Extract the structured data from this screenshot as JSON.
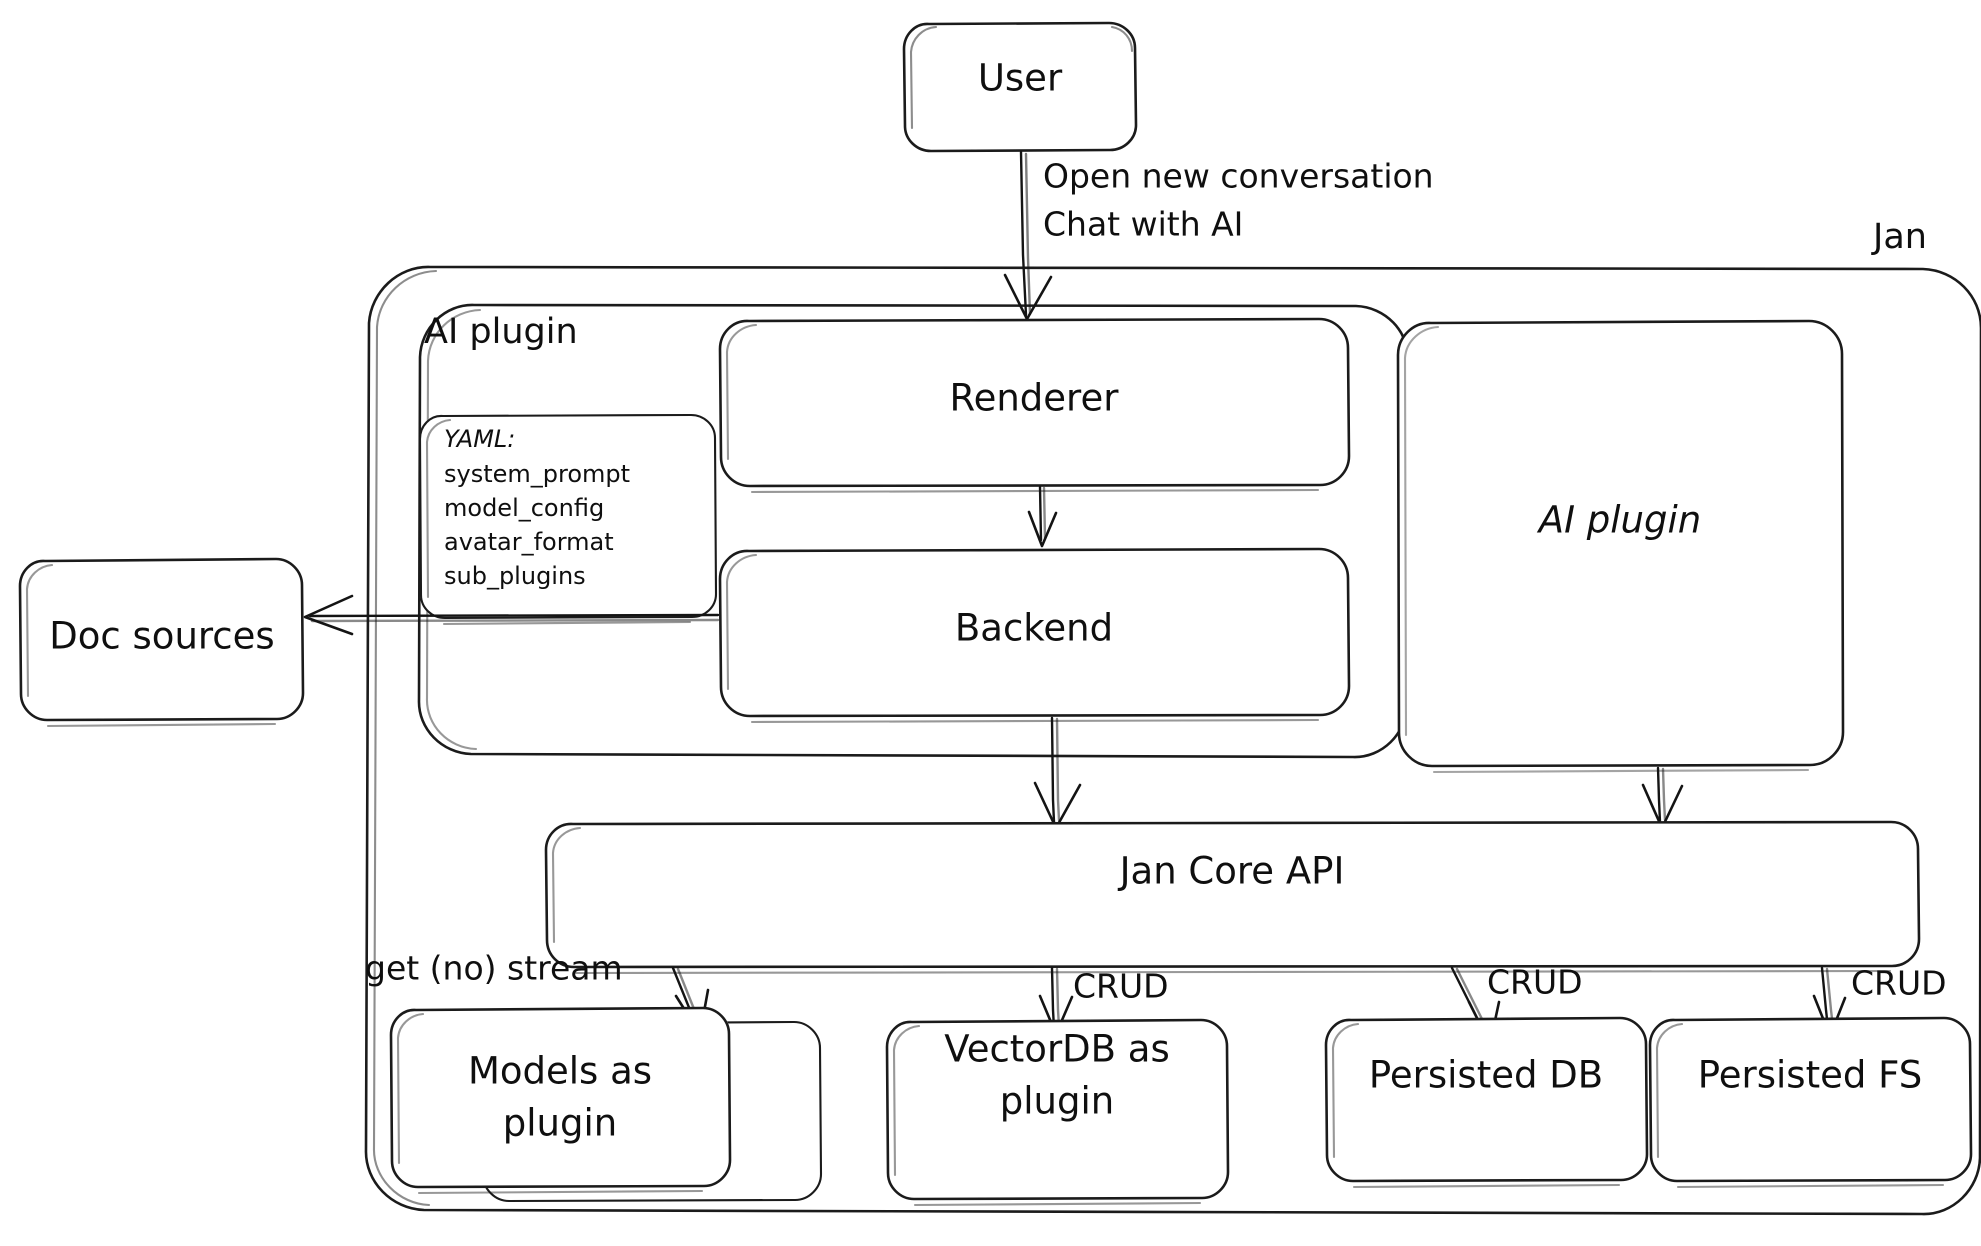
{
  "diagram": {
    "title_label": "Jan",
    "style": {
      "stroke_color": "#1b1b1b",
      "text_color": "#0f0f0f",
      "background": "#ffffff"
    },
    "nodes": {
      "user": {
        "label": "User"
      },
      "renderer": {
        "label": "Renderer"
      },
      "backend": {
        "label": "Backend"
      },
      "doc_sources": {
        "label": "Doc sources"
      },
      "ai_plugin_right": {
        "label": "AI plugin"
      },
      "jan_core_api": {
        "label": "Jan Core API"
      },
      "models_as_plugin": {
        "label_line1": "Models as",
        "label_line2": "plugin"
      },
      "vectordb_as_plugin": {
        "label_line1": "VectorDB as",
        "label_line2": "plugin"
      },
      "persisted_db": {
        "label": "Persisted DB"
      },
      "persisted_fs": {
        "label": "Persisted FS"
      }
    },
    "groups": {
      "jan_container": {
        "label": "Jan"
      },
      "ai_plugin_group": {
        "label": "AI plugin"
      }
    },
    "yaml_box": {
      "title": "YAML:",
      "entries": [
        "system_prompt",
        "model_config",
        "avatar_format",
        "sub_plugins"
      ]
    },
    "edge_labels": {
      "user_to_renderer_line1": "Open new conversation",
      "user_to_renderer_line2": "Chat with AI",
      "core_to_models": "get (no) stream",
      "core_to_vectordb": "CRUD",
      "core_to_persisted_db": "CRUD",
      "core_to_persisted_fs": "CRUD"
    }
  }
}
